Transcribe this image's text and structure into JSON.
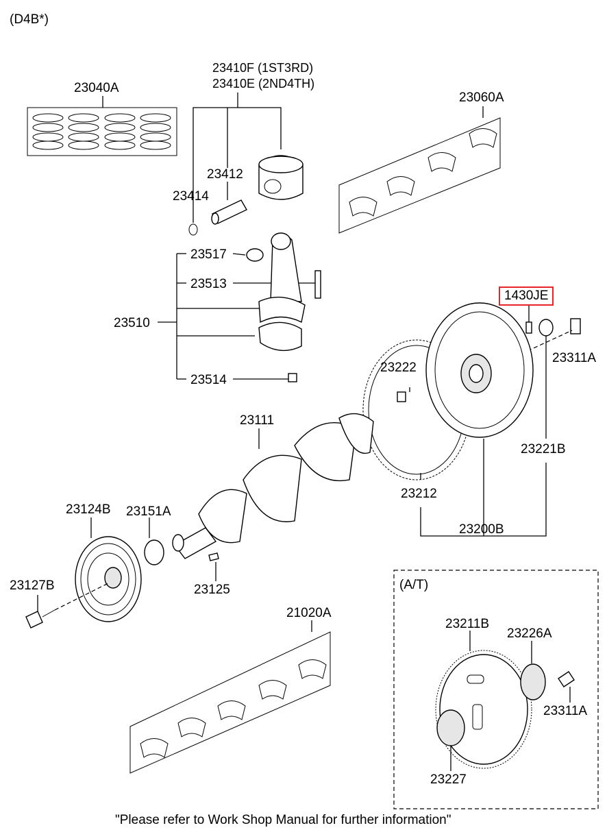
{
  "header": {
    "engine_code": "(D4B*)"
  },
  "parts": {
    "p23040A": "23040A",
    "p23410F": "23410F (1ST3RD)",
    "p23410E": "23410E (2ND4TH)",
    "p23412": "23412",
    "p23414": "23414",
    "p23060A": "23060A",
    "p23517": "23517",
    "p23513": "23513",
    "p23510": "23510",
    "p23514": "23514",
    "p1430JE": "1430JE",
    "p23311A": "23311A",
    "p23222": "23222",
    "p23221B": "23221B",
    "p23111": "23111",
    "p23212": "23212",
    "p23124B": "23124B",
    "p23151A": "23151A",
    "p23200B": "23200B",
    "p23127B": "23127B",
    "p23125": "23125",
    "p21020A": "21020A"
  },
  "at_section": {
    "title": "(A/T)",
    "p23211B": "23211B",
    "p23226A": "23226A",
    "p23311A": "23311A",
    "p23227": "23227"
  },
  "footer": {
    "note": "\"Please refer to Work Shop Manual for further information\""
  },
  "colors": {
    "highlight_box": "#e8232a",
    "line": "#000000"
  }
}
